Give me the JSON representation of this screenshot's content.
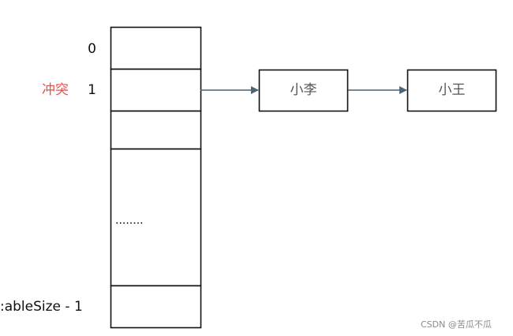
{
  "table": {
    "index_labels": {
      "first": "0",
      "second": "1",
      "last": ":ableSize - 1"
    },
    "ellipsis": "........"
  },
  "annotation": {
    "conflict_label": "冲突"
  },
  "nodes": [
    {
      "label": "小李"
    },
    {
      "label": "小王"
    }
  ],
  "watermark": "CSDN @苦瓜不瓜",
  "colors": {
    "conflict": "#e0524f",
    "arrow": "#4a6478",
    "node_text": "#555555",
    "stroke": "#111111"
  }
}
